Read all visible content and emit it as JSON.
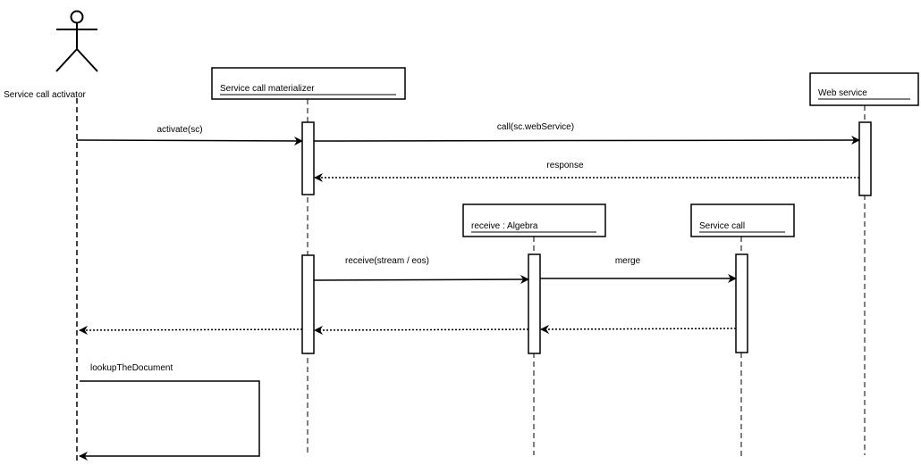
{
  "participants": {
    "activator": {
      "label": "Service call activator",
      "kind": "actor"
    },
    "materializer": {
      "label": "Service call materializer",
      "kind": "object"
    },
    "web_service": {
      "label": "Web service",
      "kind": "object"
    },
    "receive": {
      "label": "receive : Algebra",
      "kind": "object"
    },
    "service_call": {
      "label": "Service call",
      "kind": "object"
    }
  },
  "messages": {
    "activate": {
      "label": "activate(sc)",
      "type": "sync"
    },
    "call": {
      "label": "call(sc.webService)",
      "type": "sync"
    },
    "response": {
      "label": "response",
      "type": "return"
    },
    "receive_stream": {
      "label": "receive(stream / eos)",
      "type": "sync"
    },
    "merge": {
      "label": "merge",
      "type": "sync"
    },
    "return_receive": {
      "label": "",
      "type": "return"
    },
    "return_activator": {
      "label": "",
      "type": "return"
    },
    "lookup": {
      "label": "lookupTheDocument",
      "type": "self"
    }
  },
  "colors": {
    "stroke": "#000000",
    "background": "#ffffff"
  }
}
